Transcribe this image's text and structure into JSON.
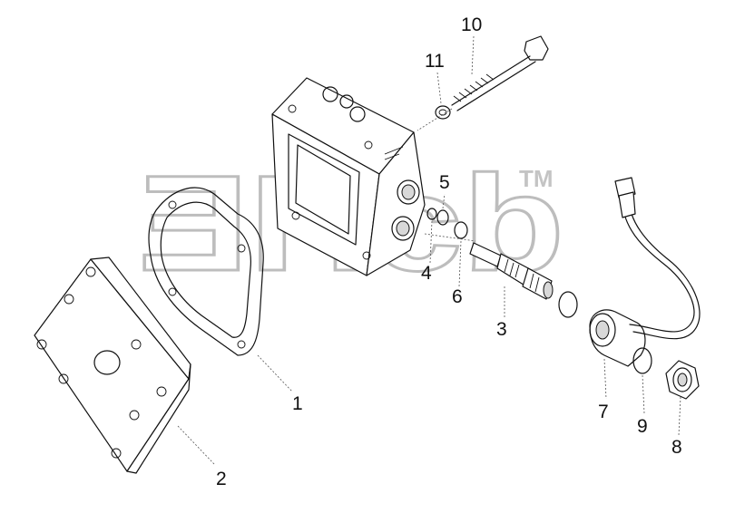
{
  "watermark": {
    "text": "ƎΠcb",
    "trademark": "TM"
  },
  "callouts": [
    {
      "id": "callout-1",
      "label": "1"
    },
    {
      "id": "callout-2",
      "label": "2"
    },
    {
      "id": "callout-3",
      "label": "3"
    },
    {
      "id": "callout-4",
      "label": "4"
    },
    {
      "id": "callout-5",
      "label": "5"
    },
    {
      "id": "callout-6",
      "label": "6"
    },
    {
      "id": "callout-7",
      "label": "7"
    },
    {
      "id": "callout-8",
      "label": "8"
    },
    {
      "id": "callout-9",
      "label": "9"
    },
    {
      "id": "callout-10",
      "label": "10"
    },
    {
      "id": "callout-11",
      "label": "11"
    }
  ]
}
